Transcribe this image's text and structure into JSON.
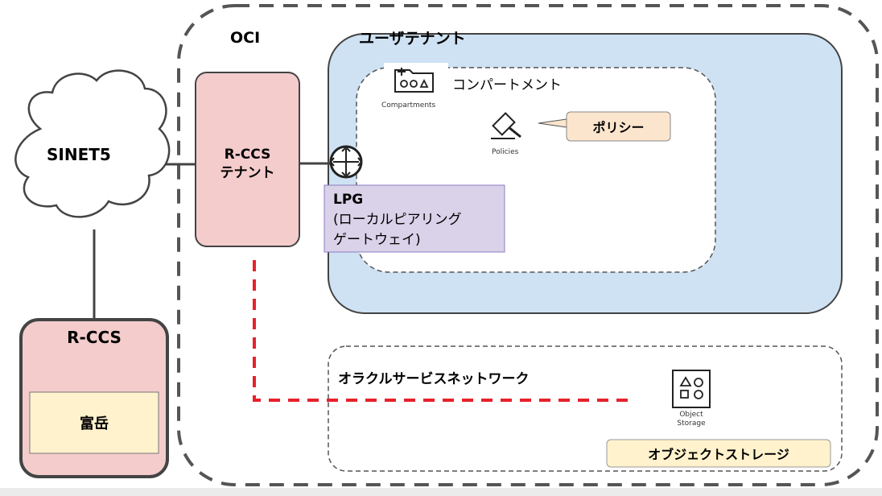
{
  "oci": {
    "label": "OCI"
  },
  "user_tenant": {
    "label": "ユーザテナント"
  },
  "compartment": {
    "label": "コンパートメント",
    "icon_caption": "Compartments"
  },
  "policies": {
    "icon_caption": "Policies",
    "callout_label": "ポリシー"
  },
  "sinet": {
    "label": "SINET5"
  },
  "rccs_tenant": {
    "line1": "R-CCS",
    "line2": "テナント"
  },
  "lpg": {
    "title": "LPG",
    "line1": "(ローカルピアリング",
    "line2": "ゲートウェイ)"
  },
  "rccs": {
    "label": "R-CCS",
    "fugaku_label": "富岳"
  },
  "service_network": {
    "label": "オラクルサービスネットワーク"
  },
  "object_storage": {
    "caption_line1": "Object",
    "caption_line2": "Storage",
    "callout_label": "オブジェクトストレージ"
  },
  "colors": {
    "user_tenant_fill": "#cfe2f3",
    "rccs_fill": "#f4cccc",
    "lpg_fill": "#d9d2e9",
    "callout_fill": "#fce5cd",
    "fugaku_fill": "#fff2cc",
    "object_callout_fill": "#fff2cc",
    "dashed_link": "#e8212b"
  },
  "icons": [
    "compartment-icon",
    "gavel-icon",
    "router-icon",
    "object-storage-icon",
    "cloud-shape"
  ]
}
